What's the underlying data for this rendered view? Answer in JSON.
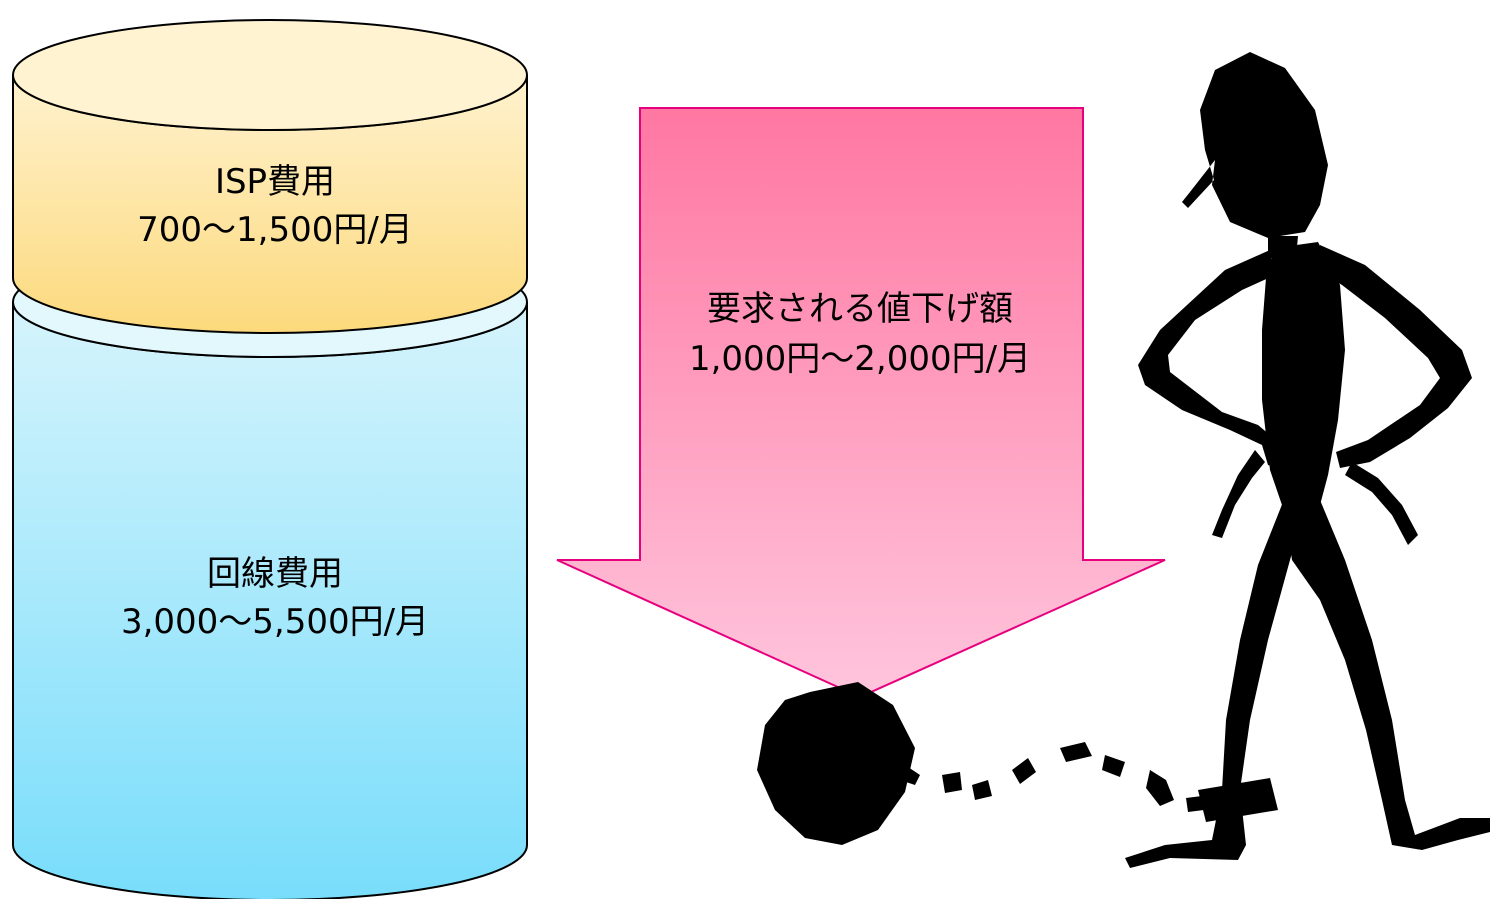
{
  "isp_cost": {
    "title": "ISP費用",
    "range": "700～1,500円/月",
    "color": "#fde68a"
  },
  "line_cost": {
    "title": "回線費用",
    "range": "3,000～5,500円/月",
    "color": "#a5e6fa"
  },
  "price_cut_arrow": {
    "title": "要求される値下げ額",
    "range": "1,000円～2,000円/月",
    "color": "#ff7fa7"
  },
  "figure": {
    "icon": "ball-and-chain-person-icon"
  }
}
